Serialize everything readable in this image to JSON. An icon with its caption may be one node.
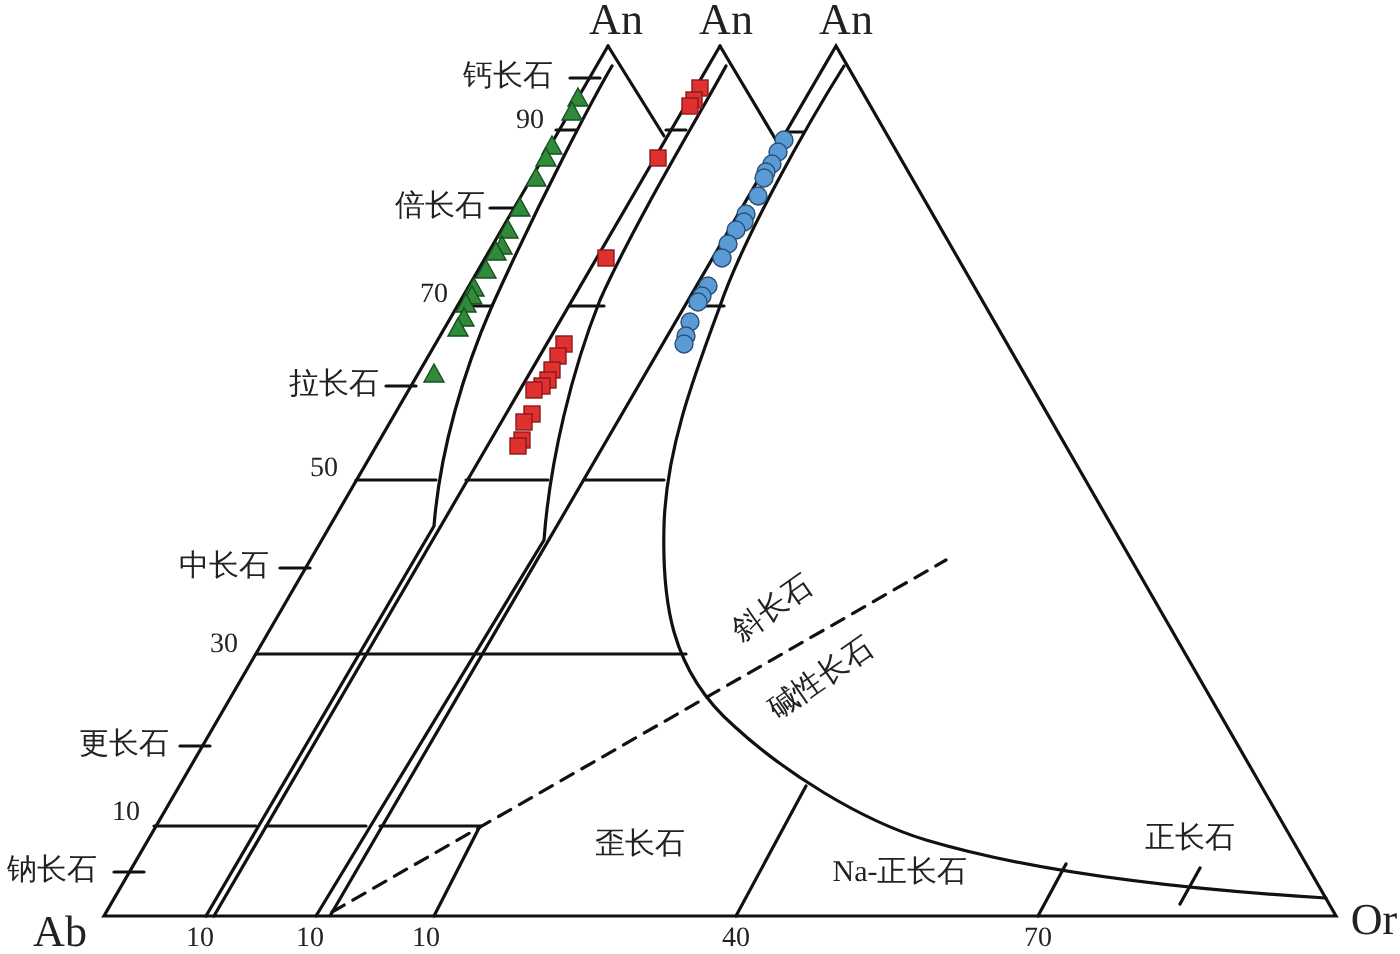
{
  "diagram": {
    "labels": [
      "An",
      "An",
      "An",
      "钙长石",
      "90",
      "倍长石",
      "70",
      "拉长石",
      "50",
      "中长石",
      "30",
      "斜长石",
      "碱性长石",
      "更长石",
      "10",
      "钠长石",
      "歪长石",
      "Na-正长石",
      "正长石",
      "Ab",
      "10",
      "10",
      "10",
      "40",
      "70",
      "Or"
    ]
  }
}
